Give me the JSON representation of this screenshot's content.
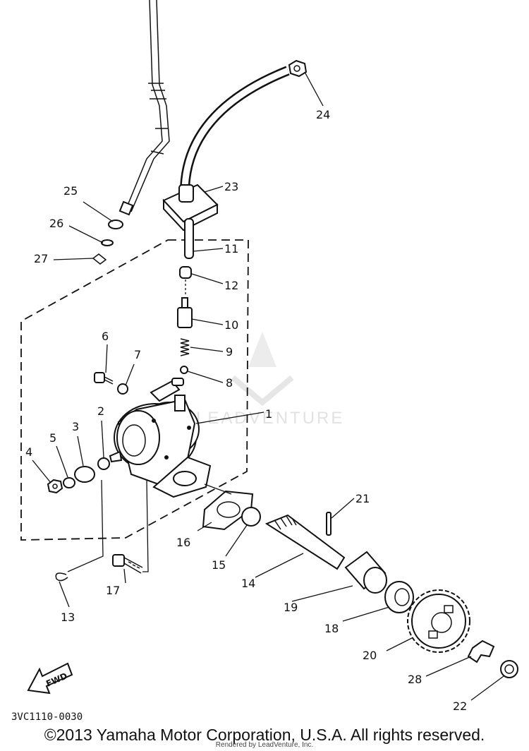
{
  "diagram": {
    "code": "3VC1110-0030",
    "direction_label": "FWD",
    "watermark": "LEADVENTURE",
    "callouts": [
      {
        "id": "1",
        "label": "1"
      },
      {
        "id": "2",
        "label": "2"
      },
      {
        "id": "3",
        "label": "3"
      },
      {
        "id": "4",
        "label": "4"
      },
      {
        "id": "5",
        "label": "5"
      },
      {
        "id": "6",
        "label": "6"
      },
      {
        "id": "7",
        "label": "7"
      },
      {
        "id": "8",
        "label": "8"
      },
      {
        "id": "9",
        "label": "9"
      },
      {
        "id": "10",
        "label": "10"
      },
      {
        "id": "11",
        "label": "11"
      },
      {
        "id": "12",
        "label": "12"
      },
      {
        "id": "13",
        "label": "13"
      },
      {
        "id": "14",
        "label": "14"
      },
      {
        "id": "15",
        "label": "15"
      },
      {
        "id": "16",
        "label": "16"
      },
      {
        "id": "17",
        "label": "17"
      },
      {
        "id": "18",
        "label": "18"
      },
      {
        "id": "19",
        "label": "19"
      },
      {
        "id": "20",
        "label": "20"
      },
      {
        "id": "21",
        "label": "21"
      },
      {
        "id": "22",
        "label": "22"
      },
      {
        "id": "23",
        "label": "23"
      },
      {
        "id": "24",
        "label": "24"
      },
      {
        "id": "25",
        "label": "25"
      },
      {
        "id": "26",
        "label": "26"
      },
      {
        "id": "27",
        "label": "27"
      },
      {
        "id": "28",
        "label": "28"
      }
    ]
  },
  "footer": {
    "copyright": "©2013 Yamaha Motor Corporation, U.S.A. All rights reserved.",
    "rendered_by": "Rendered by LeadVenture, Inc."
  }
}
